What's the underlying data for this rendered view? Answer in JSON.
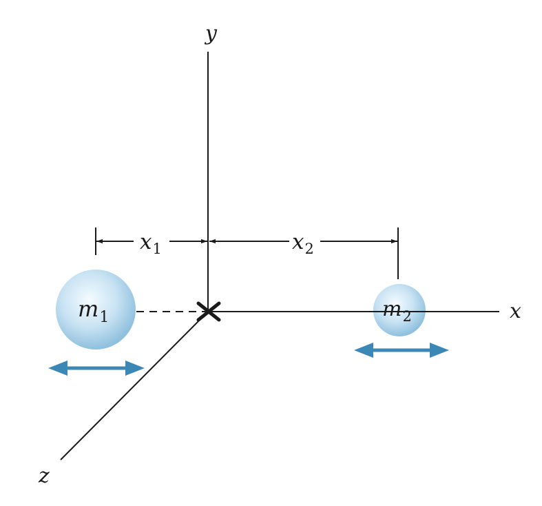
{
  "axes": {
    "x_label": "x",
    "y_label": "y",
    "z_label": "z"
  },
  "dimensions": {
    "x1": {
      "symbol": "x",
      "subscript": "1"
    },
    "x2": {
      "symbol": "x",
      "subscript": "2"
    }
  },
  "masses": {
    "m1": {
      "symbol": "m",
      "subscript": "1"
    },
    "m2": {
      "symbol": "m",
      "subscript": "2"
    }
  },
  "colors": {
    "line": "#1a1a1a",
    "sphere_light": "#f4fbff",
    "sphere_mid": "#c9e3f3",
    "sphere_dark": "#8fc0de",
    "arrow": "#3b87b5"
  }
}
